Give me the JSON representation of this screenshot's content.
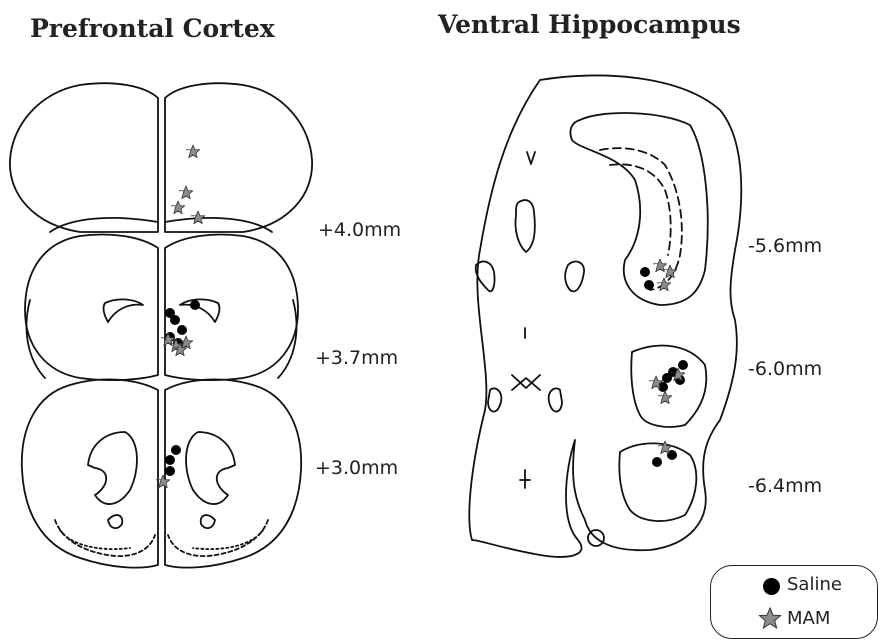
{
  "titles": {
    "left": "Prefrontal Cortex",
    "right": "Ventral Hippocampus"
  },
  "pfc_levels": [
    "+4.0mm",
    "+3.7mm",
    "+3.0mm"
  ],
  "hpc_levels": [
    "-5.6mm",
    "-6.0mm",
    "-6.4mm"
  ],
  "legend": {
    "saline_label": "Saline",
    "mam_label": "MAM"
  },
  "colors": {
    "saline_marker": "#000000",
    "mam_marker": "#8c8c8c",
    "outline": "#111111"
  },
  "icons": {
    "saline": "filled-circle-icon",
    "mam": "gray-star-icon"
  }
}
